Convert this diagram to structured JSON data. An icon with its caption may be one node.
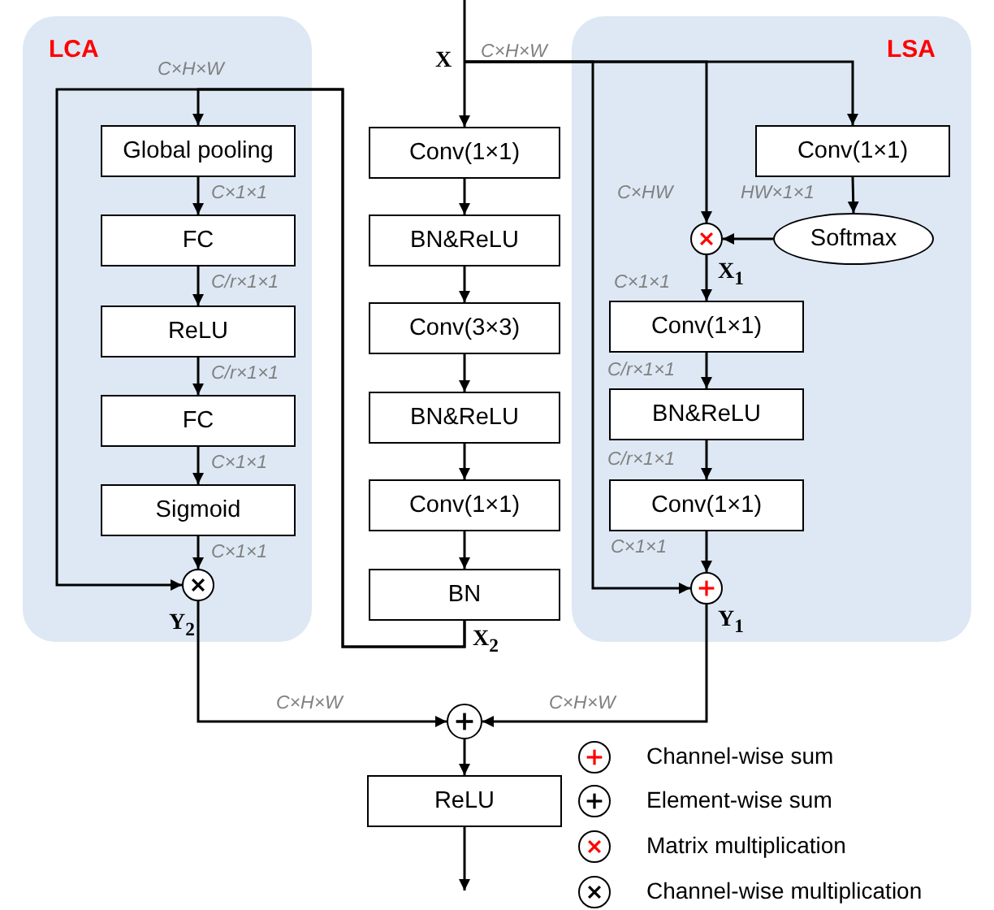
{
  "diagram": {
    "nodes": [
      {
        "text": [
          "LCA"
        ]
      },
      {
        "text": [
          "LSA"
        ]
      },
      {
        "text": [
          "Global pooling"
        ],
        "in": 0
      },
      {
        "text": [
          "FC"
        ],
        "in": 0
      },
      {
        "text": [
          "ReLU"
        ],
        "in": 0
      },
      {
        "text": [
          "FC"
        ],
        "in": 0
      },
      {
        "text": [
          "Sigmoid"
        ],
        "in": 0
      },
      {
        "text": [],
        "shape": "circle",
        "in": 0,
        "beside": [
          "Y$_{2}$"
        ]
      },
      {
        "text": [
          "Conv(1×1)"
        ]
      },
      {
        "text": [
          "BN&ReLU"
        ]
      },
      {
        "text": [
          "Conv(3×3)"
        ]
      },
      {
        "text": [
          "BN&ReLU"
        ]
      },
      {
        "text": [
          "Conv(1×1)"
        ]
      },
      {
        "text": [
          "BN"
        ],
        "beside": [
          "X$_{2}$"
        ]
      },
      {
        "text": [
          "Conv(1×1)"
        ],
        "in": 1
      },
      {
        "text": [
          "Softmax"
        ],
        "in": 1
      },
      {
        "text": [],
        "shape": "circle",
        "in": 1,
        "beside": [
          "X$_{1}$"
        ]
      },
      {
        "text": [
          "Conv(1×1)"
        ],
        "in": 1
      },
      {
        "text": [
          "BN&ReLU"
        ],
        "in": 1
      },
      {
        "text": [
          "Conv(1×1)"
        ],
        "in": 1
      },
      {
        "text": [],
        "shape": "circle",
        "in": 1,
        "beside": [
          "Y$_{1}$"
        ]
      },
      {
        "text": [],
        "shape": "circle"
      },
      {
        "text": [
          "ReLU"
        ]
      },
      {
        "text": [
          "X"
        ]
      }
    ],
    "edges": [
      {
        "from": null,
        "to": 8,
        "arrow": "to",
        "label": "C×H×W"
      },
      {
        "from": 23,
        "to": 14,
        "arrow": "to"
      },
      {
        "from": 23,
        "to": 16,
        "arrow": "to",
        "label": "C×HW"
      },
      {
        "from": 23,
        "to": 20,
        "arrow": "to"
      },
      {
        "from": 13,
        "to": 2,
        "arrow": "to",
        "label": "C×H×W"
      },
      {
        "from": 13,
        "to": 7,
        "arrow": "to"
      },
      {
        "from": 2,
        "to": 3,
        "arrow": "to",
        "label": "C×1×1"
      },
      {
        "from": 3,
        "to": 4,
        "arrow": "to",
        "label": "C/r×1×1"
      },
      {
        "from": 4,
        "to": 5,
        "arrow": "to",
        "label": "C/r×1×1"
      },
      {
        "from": 5,
        "to": 6,
        "arrow": "to",
        "label": "C×1×1"
      },
      {
        "from": 6,
        "to": 7,
        "arrow": "to",
        "label": "C×1×1"
      },
      {
        "from": 8,
        "to": 9,
        "arrow": "to"
      },
      {
        "from": 9,
        "to": 10,
        "arrow": "to"
      },
      {
        "from": 10,
        "to": 11,
        "arrow": "to"
      },
      {
        "from": 11,
        "to": 12,
        "arrow": "to"
      },
      {
        "from": 12,
        "to": 13,
        "arrow": "to"
      },
      {
        "from": 14,
        "to": 15,
        "arrow": "to",
        "label": "HW×1×1"
      },
      {
        "from": 15,
        "to": 16,
        "arrow": "to"
      },
      {
        "from": 16,
        "to": 17,
        "arrow": "to",
        "label": "C×1×1"
      },
      {
        "from": 17,
        "to": 18,
        "arrow": "to",
        "label": "C/r×1×1"
      },
      {
        "from": 18,
        "to": 19,
        "arrow": "to",
        "label": "C/r×1×1"
      },
      {
        "from": 19,
        "to": 20,
        "arrow": "to",
        "label": "C×1×1"
      },
      {
        "from": 7,
        "to": 21,
        "arrow": "to",
        "label": "C×H×W"
      },
      {
        "from": 20,
        "to": 21,
        "arrow": "to",
        "label": "C×H×W"
      },
      {
        "from": 21,
        "to": 22,
        "arrow": "to"
      },
      {
        "from": 22,
        "to": null,
        "arrow": "to"
      }
    ],
    "legend": [
      {
        "text": "Channel-wise sum"
      },
      {
        "text": "Element-wise sum"
      },
      {
        "text": "Matrix multiplication"
      },
      {
        "text": "Channel-wise multiplication"
      }
    ]
  }
}
